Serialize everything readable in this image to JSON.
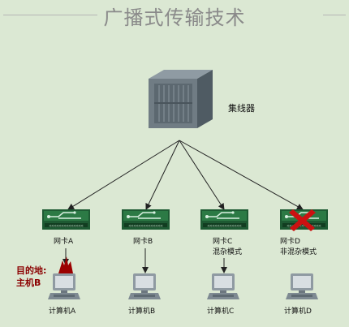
{
  "title": "广播式传输技术",
  "hub": {
    "label": "集线器",
    "icon": "hub-icon"
  },
  "destination": {
    "line1": "目的地:",
    "line2": "主机B"
  },
  "cards": [
    {
      "label": "网卡A",
      "mode": "",
      "icon": "nic-icon"
    },
    {
      "label": "网卡B",
      "mode": "",
      "icon": "nic-icon"
    },
    {
      "label": "网卡C",
      "mode": "混杂模式",
      "icon": "nic-icon"
    },
    {
      "label": "网卡D",
      "mode": "非混杂模式",
      "icon": "nic-icon",
      "rejected": true
    }
  ],
  "computers": [
    {
      "label": "计算机A",
      "icon": "computer-icon"
    },
    {
      "label": "计算机B",
      "icon": "computer-icon"
    },
    {
      "label": "计算机C",
      "icon": "computer-icon"
    },
    {
      "label": "计算机D",
      "icon": "computer-icon"
    }
  ],
  "colors": {
    "background": "#dbe8d3",
    "nic": "#1e5a33",
    "accent": "#8b0000",
    "reject": "#cc1111"
  }
}
